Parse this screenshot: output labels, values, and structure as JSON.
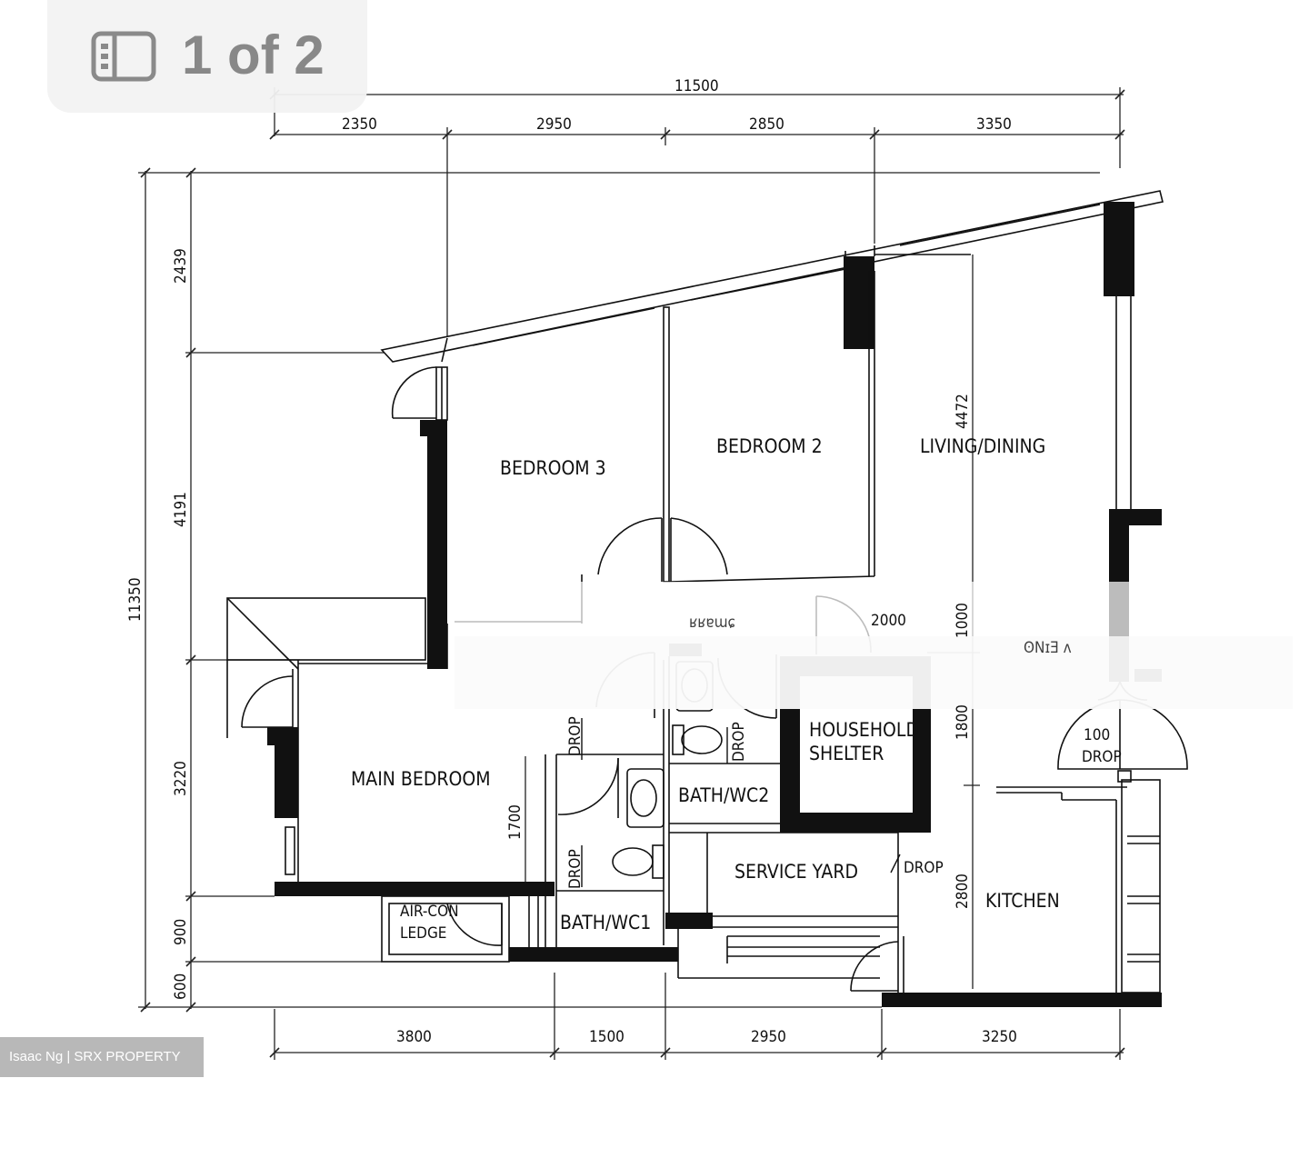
{
  "gallery": {
    "counter": "1 of 2",
    "icon": "gallery-icon"
  },
  "watermark": "Isaac Ng | SRX PROPERTY",
  "dimensions": {
    "top_overall": "11500",
    "top_segments": [
      "2350",
      "2950",
      "2850",
      "3350"
    ],
    "left_overall": "11350",
    "left_segments": [
      "2439",
      "4191",
      "3220",
      "900",
      "600"
    ],
    "bottom_segments": [
      "3800",
      "1500",
      "2950",
      "3250"
    ],
    "inner": {
      "living_height": "4472",
      "corridor": "1000",
      "shelter_width": "2000",
      "shelter_height": "1800",
      "kitchen_height": "2800",
      "bath_height": "1700",
      "drop_100": "100"
    }
  },
  "rooms": {
    "bedroom3": "BEDROOM 3",
    "bedroom2": "BEDROOM 2",
    "living_dining": "LIVING/DINING",
    "main_bedroom": "MAIN BEDROOM",
    "household_shelter_1": "HOUSEHOLD",
    "household_shelter_2": "SHELTER",
    "bath_wc2": "BATH/WC2",
    "bath_wc1": "BATH/WC1",
    "service_yard": "SERVICE YARD",
    "kitchen": "KITCHEN",
    "aircon_1": "AIR-CON",
    "aircon_2": "LEDGE",
    "drop": "DROP"
  }
}
